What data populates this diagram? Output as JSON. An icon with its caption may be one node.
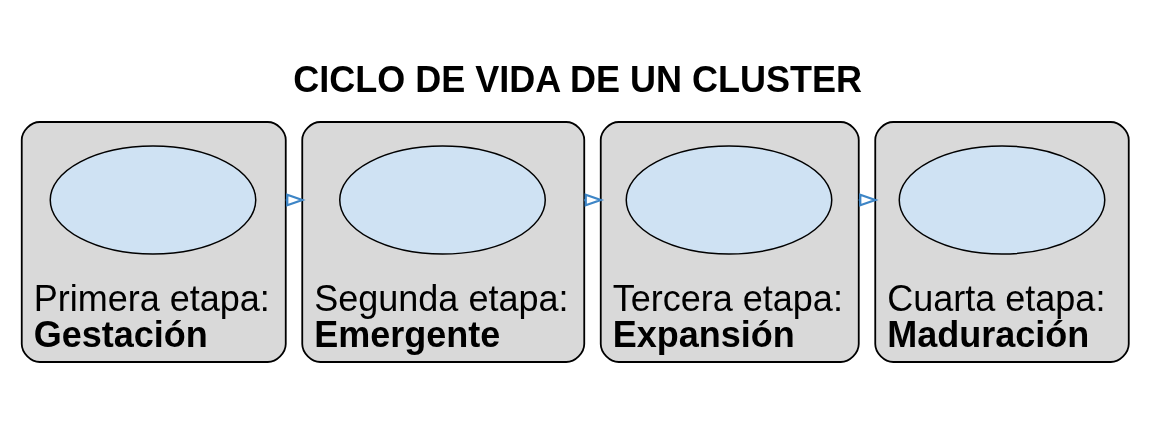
{
  "diagram": {
    "title": "CICLO DE VIDA DE UN CLUSTER",
    "nodes": [
      {
        "text": [
          "Primera etapa:",
          "Gestación"
        ]
      },
      {
        "text": [],
        "shape": "ellipse",
        "in": 0
      },
      {
        "text": [
          "Segunda etapa:",
          "Emergente"
        ]
      },
      {
        "text": [],
        "shape": "ellipse",
        "in": 2
      },
      {
        "text": [
          "Tercera etapa:",
          "Expansión"
        ]
      },
      {
        "text": [],
        "shape": "ellipse",
        "in": 4
      },
      {
        "text": [
          "Cuarta etapa:",
          "Maduración"
        ]
      },
      {
        "text": [],
        "shape": "ellipse",
        "in": 6
      }
    ],
    "edges": [
      {
        "from": 0,
        "to": 2,
        "arrow": "to"
      },
      {
        "from": 2,
        "to": 4,
        "arrow": "to"
      },
      {
        "from": 4,
        "to": 6,
        "arrow": "to"
      }
    ]
  }
}
